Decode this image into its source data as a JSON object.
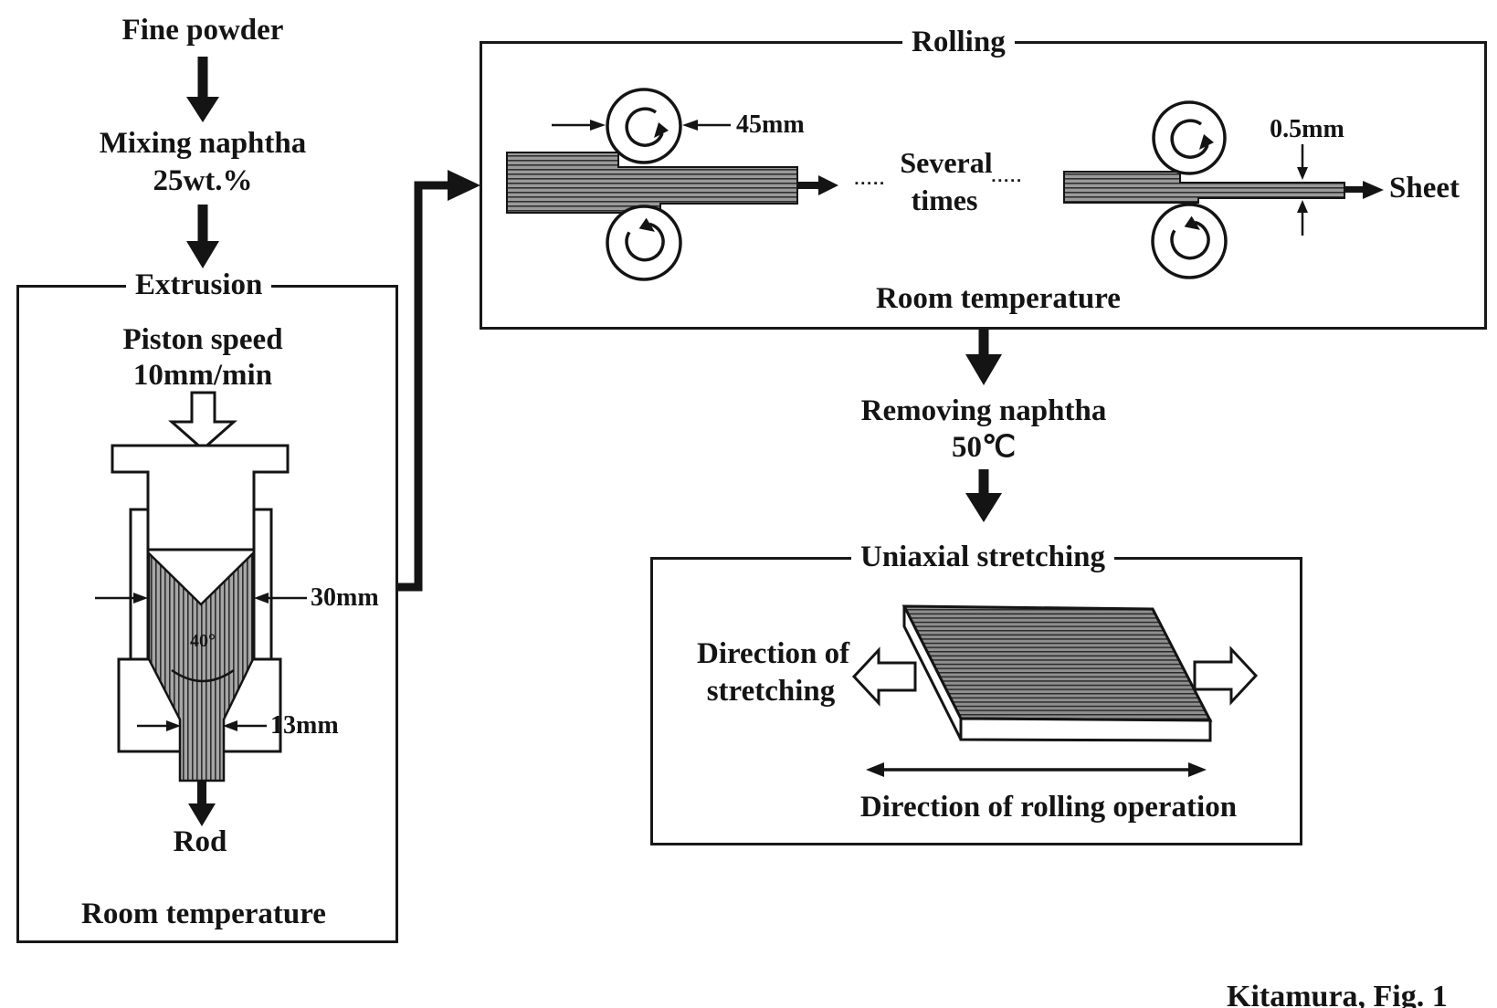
{
  "figure": {
    "caption": "Kitamura, Fig. 1"
  },
  "flow": {
    "fine_powder": "Fine powder",
    "mixing_line1": "Mixing naphtha",
    "mixing_line2": "25wt.%",
    "removing_line1": "Removing naphtha",
    "removing_line2": "50℃"
  },
  "extrusion": {
    "title": "Extrusion",
    "piston_line1": "Piston speed",
    "piston_line2": "10mm/min",
    "dim_bore": "30mm",
    "dim_angle": "40°",
    "dim_die": "13mm",
    "output": "Rod",
    "condition": "Room temperature"
  },
  "rolling": {
    "title": "Rolling",
    "dim_roller": "45mm",
    "dots_left": "▪▪▪▪▪",
    "several_line1": "Several",
    "several_line2": "times",
    "dots_right": "▪▪▪▪▪",
    "dim_sheet": "0.5mm",
    "output": "Sheet",
    "condition": "Room temperature"
  },
  "stretching": {
    "title": "Uniaxial stretching",
    "dir_stretch_line1": "Direction of",
    "dir_stretch_line2": "stretching",
    "dir_rolling": "Direction of rolling operation"
  }
}
